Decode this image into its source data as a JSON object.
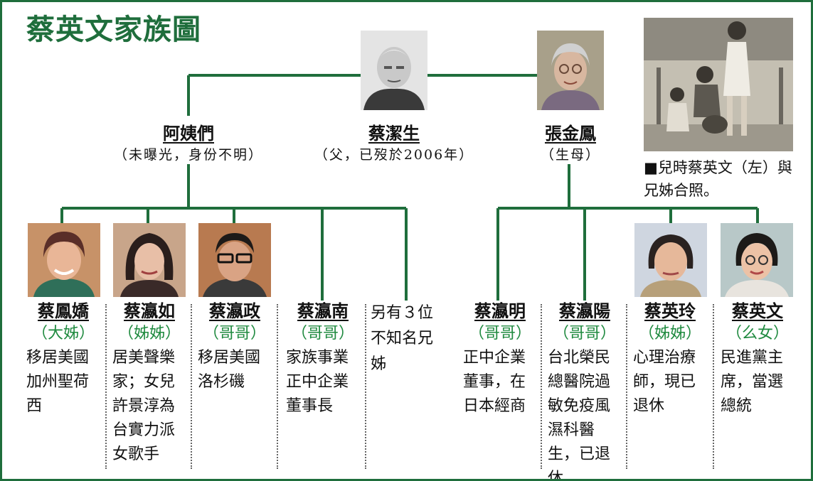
{
  "title": "蔡英文家族圖",
  "parents": {
    "left": {
      "name": "阿姨們",
      "note": "（未曝光，身份不明）"
    },
    "center": {
      "name": "蔡潔生",
      "note": "（父，已歿於2006年）"
    },
    "right": {
      "name": "張金鳳",
      "note": "（生母）"
    }
  },
  "children": [
    {
      "name": "蔡鳳嬌",
      "role": "（大姊）",
      "desc": "移居美國加州聖荷西"
    },
    {
      "name": "蔡瀛如",
      "role": "（姊姊）",
      "desc": "居美聲樂家；女兒許景淳為台實力派女歌手"
    },
    {
      "name": "蔡瀛政",
      "role": "（哥哥）",
      "desc": "移居美國洛杉磯"
    },
    {
      "name": "蔡瀛南",
      "role": "（哥哥）",
      "desc": "家族事業正中企業董事長"
    },
    {
      "name": "",
      "role": "",
      "desc": "另有３位不知名兄姊"
    },
    {
      "name": "蔡瀛明",
      "role": "（哥哥）",
      "desc": "正中企業董事，在日本經商"
    },
    {
      "name": "蔡瀛陽",
      "role": "（哥哥）",
      "desc": "台北榮民總醫院過敏免疫風濕科醫生，已退休"
    },
    {
      "name": "蔡英玲",
      "role": "（姊姊）",
      "desc": "心理治療師，現已退休"
    },
    {
      "name": "蔡英文",
      "role": "（么女）",
      "desc": "民進黨主席，當選總統"
    }
  ],
  "caption": "■兒時蔡英文（左）與兄姊合照。",
  "colors": {
    "accent": "#1f6e3c",
    "role": "#1f8a3f"
  }
}
